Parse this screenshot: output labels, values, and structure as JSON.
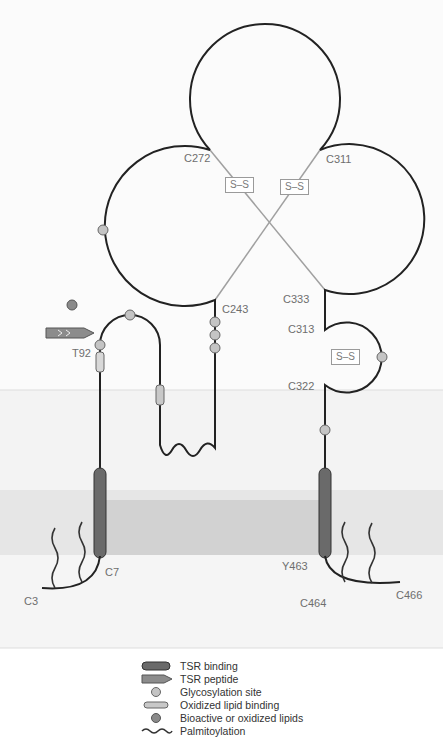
{
  "diagram": {
    "nodes": [
      {
        "text": [
          "S–S"
        ]
      },
      {
        "text": [
          "S–S"
        ]
      },
      {
        "text": [
          "S–S"
        ]
      }
    ],
    "labels": [
      "C272",
      "C311",
      "C243",
      "C333",
      "C313",
      "C322",
      "T92",
      "C3",
      "C7",
      "Y463",
      "C464",
      "C466"
    ],
    "legend": [
      {
        "text": "TSR binding"
      },
      {
        "text": "TSR peptide"
      },
      {
        "text": "Glycosylation site"
      },
      {
        "text": "Oxidized lipid binding"
      },
      {
        "text": "Bioactive or oxidized lipids"
      },
      {
        "text": "Palmitoylation"
      }
    ]
  }
}
